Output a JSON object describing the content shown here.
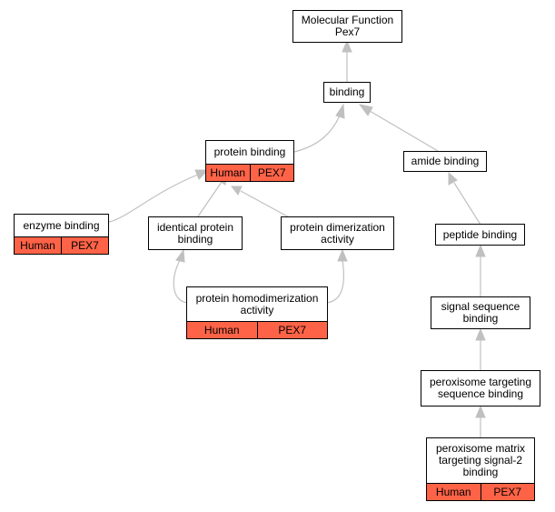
{
  "colors": {
    "annotation_fill": "#ff6347",
    "edge": "#c0c0c0",
    "border": "#000000",
    "node_fill": "#ffffff"
  },
  "nodes": {
    "mf": {
      "label": "Molecular Function\nPex7"
    },
    "binding": {
      "label": "binding"
    },
    "protein_binding": {
      "label": "protein binding",
      "species": "Human",
      "gene": "PEX7"
    },
    "amide_binding": {
      "label": "amide binding"
    },
    "enzyme_binding": {
      "label": "enzyme binding",
      "species": "Human",
      "gene": "PEX7"
    },
    "identical_protein_binding": {
      "label": "identical protein\nbinding"
    },
    "protein_dimerization": {
      "label": "protein dimerization\nactivity"
    },
    "peptide_binding": {
      "label": "peptide binding"
    },
    "protein_homodimerization": {
      "label": "protein homodimerization\nactivity",
      "species": "Human",
      "gene": "PEX7"
    },
    "signal_sequence_binding": {
      "label": "signal sequence\nbinding"
    },
    "peroxisome_targeting": {
      "label": "peroxisome targeting\nsequence binding"
    },
    "peroxisome_matrix": {
      "label": "peroxisome matrix\ntargeting signal-2\nbinding",
      "species": "Human",
      "gene": "PEX7"
    }
  }
}
